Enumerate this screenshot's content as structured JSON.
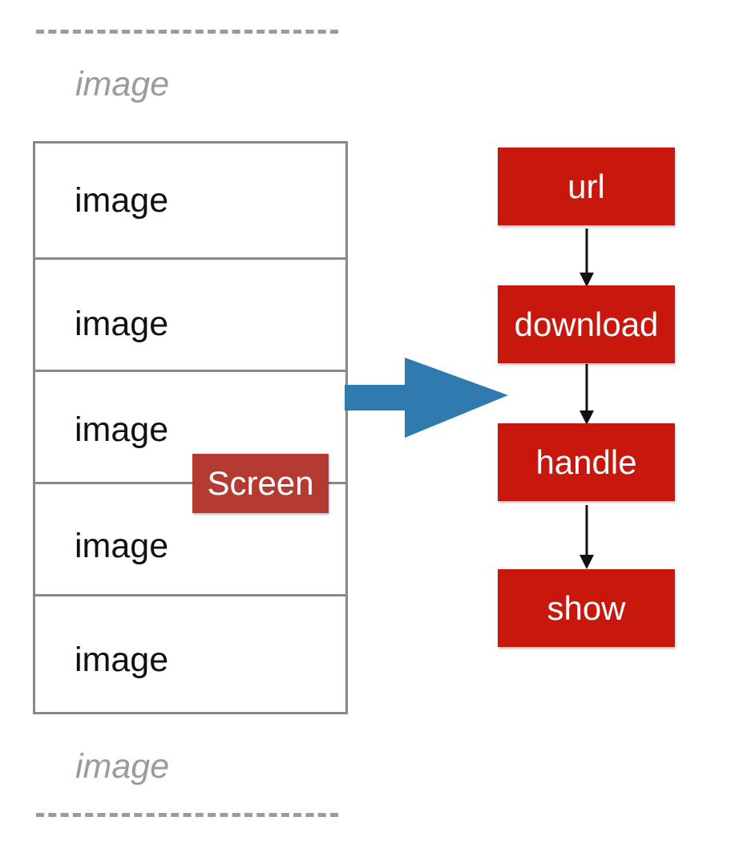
{
  "diagram": {
    "top_ghost_label": "image",
    "bottom_ghost_label": "image",
    "list_rows": [
      "image",
      "image",
      "image",
      "image",
      "image"
    ],
    "screen_label": "Screen",
    "steps": [
      "url",
      "download",
      "handle",
      "show"
    ],
    "colors": {
      "step_fill": "#c8170d",
      "screen_fill": "#b53a32",
      "arrow_fill": "#2f7bb0",
      "ghost_text": "#9b9b9b",
      "border": "#888888"
    }
  }
}
